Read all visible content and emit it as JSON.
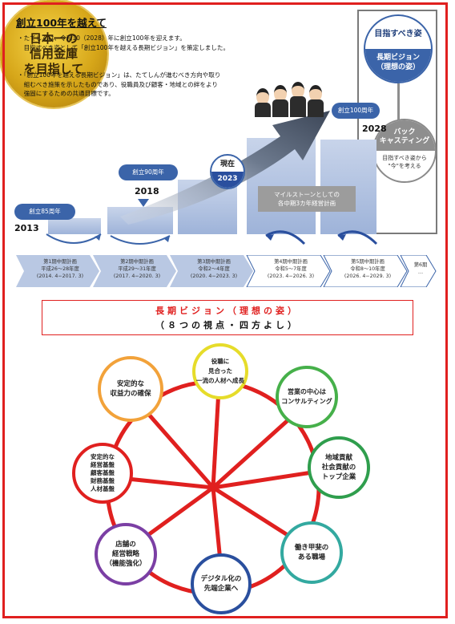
{
  "header": {
    "title": "創立100年を越えて",
    "bullet1": "・たてしんは、令和10（2028）年に創立100年を迎えます。\n　目指すべき姿として「創立100年を越える長期ビジョン」を策定しました。",
    "bullet2": "・「創立100年を越える長期ビジョン」は、たてしんが進むべき方向や取り\n　組むべき施策を示したものであり、役職員及び顧客・地域との絆をより\n　強固にするための共通目標です。"
  },
  "vision_side": {
    "target_label": "目指すべき姿",
    "long_vision": "長期ビジョン",
    "ideal": "（理想の姿）",
    "backcasting_title": "バック\nキャスティング",
    "backcasting_sub": "目指すべき姿から\n\"今\"を考える"
  },
  "roadmap": {
    "anniv85": "創立85周年",
    "year2013": "2013",
    "anniv90": "創立90周年",
    "year2018": "2018",
    "now_label": "現在",
    "year2023": "2023",
    "anniv100": "創立100周年",
    "year2028": "2028",
    "milestone": "マイルストーンとしての\n各中期3カ年経営計画"
  },
  "phases": [
    {
      "name": "第1期中期計画",
      "era": "平成26〜28年度",
      "span": "(2014. 4−2017. 3)"
    },
    {
      "name": "第2期中期計画",
      "era": "平成29〜31年度",
      "span": "(2017. 4−2020. 3)"
    },
    {
      "name": "第3期中期計画",
      "era": "令和2〜4年度",
      "span": "(2020. 4−2023. 3)"
    },
    {
      "name": "第4期中期計画",
      "era": "令和5〜7年度",
      "span": "(2023. 4−2026. 3)"
    },
    {
      "name": "第5期中期計画",
      "era": "令和8〜10年度",
      "span": "(2026. 4−2029. 3)"
    },
    {
      "name": "第6期",
      "era": "…",
      "span": ""
    }
  ],
  "vision_banner": {
    "line1": "長期ビジョン（理想の姿）",
    "line2": "（８つの視点・四方よし）"
  },
  "center": "日本一の\n信用金庫\nを目指して",
  "perspectives": [
    {
      "text": "役職に\n見合った\n一流の人材へ成長",
      "color": "#e6dc2a"
    },
    {
      "text": "営業の中心は\nコンサルティング",
      "color": "#46b04a"
    },
    {
      "text": "地域貢献\n社会貢献の\nトップ企業",
      "color": "#2f9e4d"
    },
    {
      "text": "働き甲斐の\nある職場",
      "color": "#33a9a0"
    },
    {
      "text": "デジタル化の\n先端企業へ",
      "color": "#2a4f9e"
    },
    {
      "text": "店舗の\n経営戦略\n（機能強化）",
      "color": "#7b3fa4"
    },
    {
      "text": "安定的な\n経営基盤\n顧客基盤\n財務基盤\n人材基盤",
      "color": "#e0201f"
    },
    {
      "text": "安定的な\n収益力の確保",
      "color": "#f2a23a"
    }
  ]
}
